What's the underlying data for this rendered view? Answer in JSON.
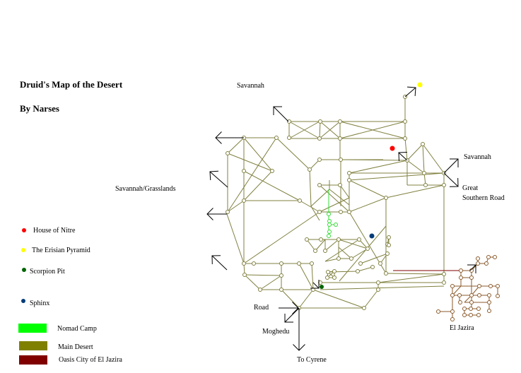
{
  "title": "Druid's Map of the Desert",
  "author": "By Narses",
  "labels": {
    "savannah_top": "Savannah",
    "savannah_right": "Savannah",
    "savannah_grasslands": "Savannah/Grasslands",
    "great_southern_road": [
      "Great",
      "Southern Road"
    ],
    "road": "Road",
    "moghedu": "Moghedu",
    "to_cyrene": "To Cyrene",
    "el_jazira": "El Jazira"
  },
  "legend": {
    "points": [
      {
        "label": "House of Nitre",
        "color": "#ff0000"
      },
      {
        "label": "The Erisian Pyramid",
        "color": "#ffff00"
      },
      {
        "label": "Scorpion Pit",
        "color": "#006400"
      },
      {
        "label": "Sphinx",
        "color": "#003c78"
      }
    ],
    "areas": [
      {
        "label": "Nomad Camp",
        "color": "#00ff00"
      },
      {
        "label": "Main Desert",
        "color": "#808000"
      },
      {
        "label": "Oasis City of El Jazira",
        "color": "#800000"
      }
    ]
  }
}
